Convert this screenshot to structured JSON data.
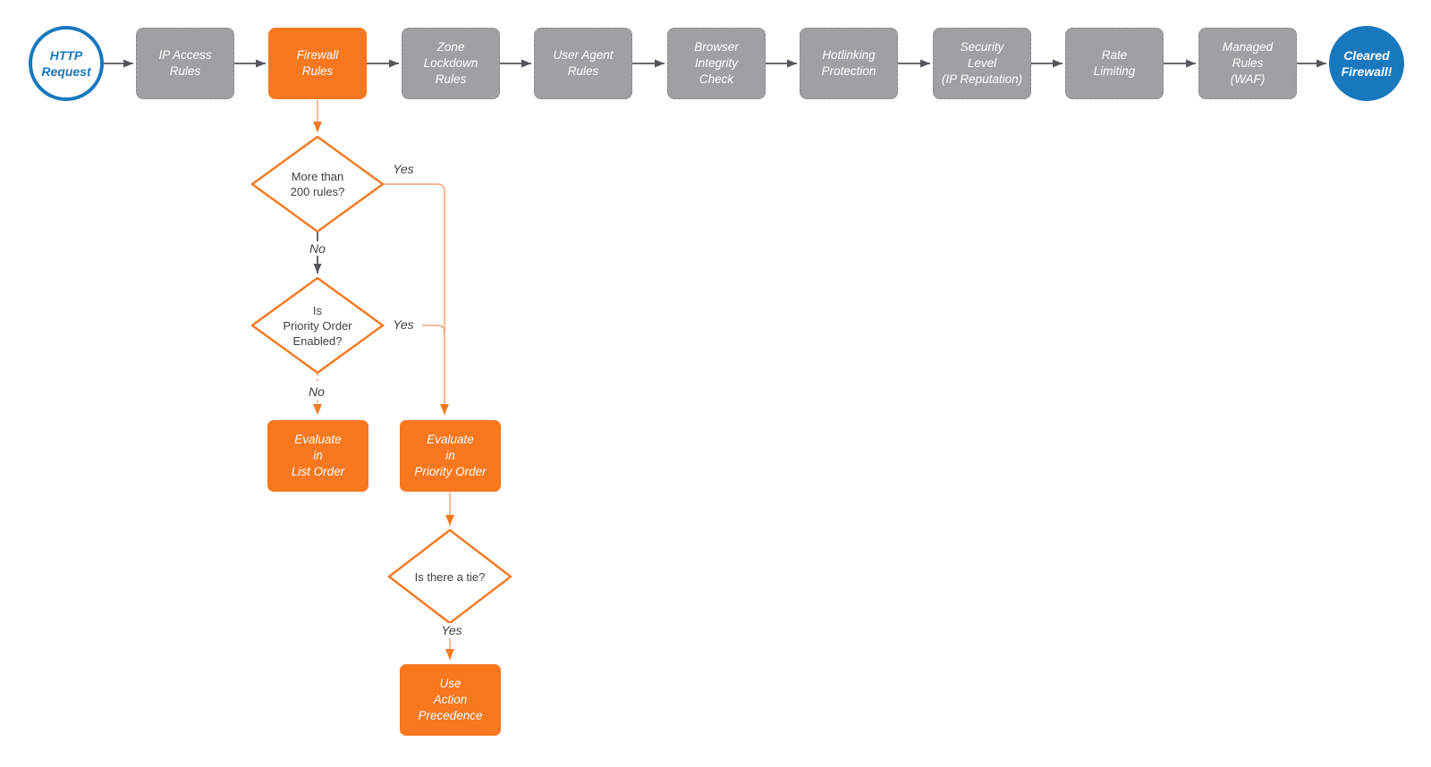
{
  "diagram_type": "flowchart",
  "colors": {
    "node_gray": "#9fa0a2",
    "node_orange": "#f8771f",
    "edge_orange": "#f6791f",
    "edge_orange_light": "#f7a173",
    "edge_gray": "#54555a",
    "accent_blue": "#1878be",
    "text_dark": "#3f4043",
    "text_light": "#ffffff",
    "background": "#ffffff"
  },
  "nodes": {
    "start": {
      "label": "HTTP\nRequest"
    },
    "pipeline": [
      {
        "label": "IP Access\nRules",
        "highlighted": false
      },
      {
        "label": "Firewall\nRules",
        "highlighted": true
      },
      {
        "label": "Zone\nLockdown\nRules",
        "highlighted": false
      },
      {
        "label": "User Agent\nRules",
        "highlighted": false
      },
      {
        "label": "Browser\nIntegrity\nCheck",
        "highlighted": false
      },
      {
        "label": "Hotlinking\nProtection",
        "highlighted": false
      },
      {
        "label": "Security\nLevel\n(IP Reputation)",
        "highlighted": false
      },
      {
        "label": "Rate\nLimiting",
        "highlighted": false
      },
      {
        "label": "Managed\nRules\n(WAF)",
        "highlighted": false
      }
    ],
    "end": {
      "label": "Cleared\nFirewall!"
    },
    "decisions": [
      {
        "label": "More than\n200 rules?"
      },
      {
        "label": "Is\nPriority Order\nEnabled?"
      },
      {
        "label": "Is there a tie?"
      }
    ],
    "results": [
      {
        "label": "Evaluate\nin\nList Order"
      },
      {
        "label": "Evaluate\nin\nPriority Order"
      },
      {
        "label": "Use\nAction\nPrecedence"
      }
    ]
  },
  "connections": [
    {
      "from": "HTTP Request",
      "to": "IP Access Rules",
      "label": ""
    },
    {
      "from": "IP Access Rules",
      "to": "Firewall Rules",
      "label": ""
    },
    {
      "from": "Firewall Rules",
      "to": "Zone Lockdown Rules",
      "label": ""
    },
    {
      "from": "Zone Lockdown Rules",
      "to": "User Agent Rules",
      "label": ""
    },
    {
      "from": "User Agent Rules",
      "to": "Browser Integrity Check",
      "label": ""
    },
    {
      "from": "Browser Integrity Check",
      "to": "Hotlinking Protection",
      "label": ""
    },
    {
      "from": "Hotlinking Protection",
      "to": "Security Level (IP Reputation)",
      "label": ""
    },
    {
      "from": "Security Level (IP Reputation)",
      "to": "Rate Limiting",
      "label": ""
    },
    {
      "from": "Rate Limiting",
      "to": "Managed Rules (WAF)",
      "label": ""
    },
    {
      "from": "Managed Rules (WAF)",
      "to": "Cleared Firewall!",
      "label": ""
    },
    {
      "from": "Firewall Rules",
      "to": "More than 200 rules?",
      "label": ""
    },
    {
      "from": "More than 200 rules?",
      "to": "Evaluate in Priority Order",
      "label": "Yes"
    },
    {
      "from": "More than 200 rules?",
      "to": "Is Priority Order Enabled?",
      "label": "No"
    },
    {
      "from": "Is Priority Order Enabled?",
      "to": "Evaluate in Priority Order",
      "label": "Yes"
    },
    {
      "from": "Is Priority Order Enabled?",
      "to": "Evaluate in List Order",
      "label": "No"
    },
    {
      "from": "Evaluate in Priority Order",
      "to": "Is there a tie?",
      "label": ""
    },
    {
      "from": "Is there a tie?",
      "to": "Use Action Precedence",
      "label": "Yes"
    }
  ]
}
